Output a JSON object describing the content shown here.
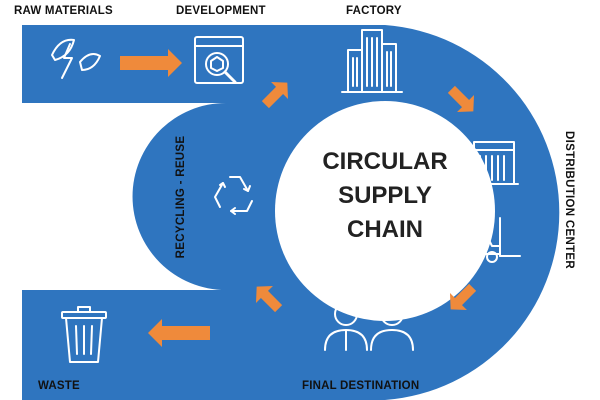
{
  "title_lines": [
    "CIRCULAR",
    "SUPPLY",
    "CHAIN"
  ],
  "stages": {
    "raw_materials": "RAW MATERIALS",
    "development": "DEVELOPMENT",
    "factory": "FACTORY",
    "distribution_center": "DISTRIBUTION CENTER",
    "final_destination": "FINAL DESTINATION",
    "waste": "WASTE",
    "recycling_reuse": "RECYCLING - REUSE"
  },
  "icons": {
    "raw_materials": "leaves-lightning-icon",
    "development": "product-box-magnifier-icon",
    "factory": "factory-building-icon",
    "distribution_center": "warehouse-building-icon",
    "distribution_center_2": "forklift-icon",
    "final_destination": "customers-icon",
    "waste": "trash-can-icon",
    "recycling_reuse": "recycle-icon"
  },
  "colors": {
    "band": "#2f75bf",
    "arrow": "#ef8a3b",
    "icon": "#ffffff",
    "center": "#ffffff"
  }
}
